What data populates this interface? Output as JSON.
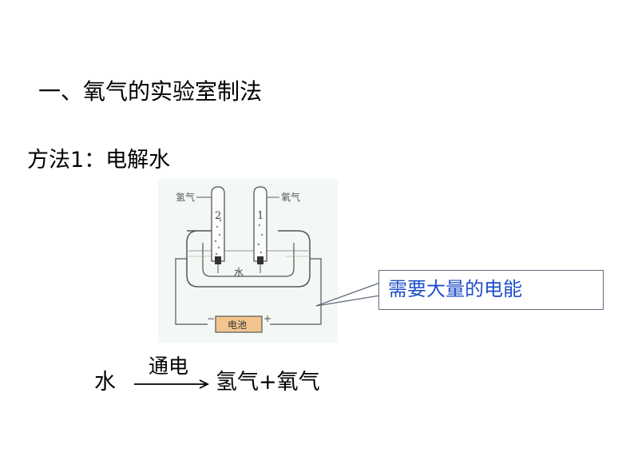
{
  "heading": "一、氧气的实验室制法",
  "method_label": "方法1：电解水",
  "diagram": {
    "left_gas_label": "氢气",
    "right_gas_label": "氧气",
    "left_tube_number": "2",
    "right_tube_number": "1",
    "water_label": "水",
    "battery_label": "电池",
    "battery_minus": "−",
    "battery_plus": "+"
  },
  "callout": "需要大量的电能",
  "equation": {
    "reactant": "水",
    "condition": "通电",
    "products": "氢气+氧气"
  },
  "colors": {
    "callout_text": "#1f4fc8",
    "battery_fill": "#f2c58e",
    "diagram_line": "#555555"
  }
}
